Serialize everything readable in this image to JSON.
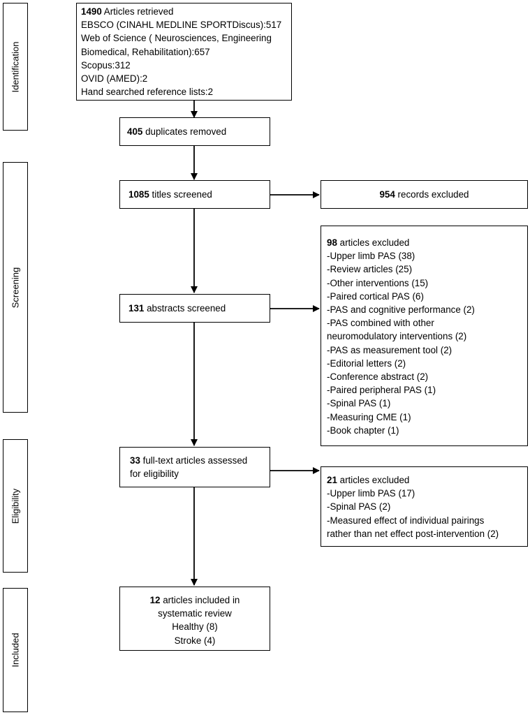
{
  "stages": {
    "identification": "Identification",
    "screening": "Screening",
    "eligibility": "Eligibility",
    "included": "Included"
  },
  "retrieved": {
    "count": "1490",
    "label": " Articles retrieved",
    "lines": [
      "EBSCO (CINAHL MEDLINE SPORTDiscus):517",
      "Web of Science ( Neurosciences, Engineering",
      "Biomedical, Rehabilitation):657",
      "Scopus:312",
      "OVID (AMED):2",
      "Hand searched reference lists:2"
    ]
  },
  "duplicates": {
    "count": "405",
    "label": " duplicates removed"
  },
  "titles": {
    "count": "1085",
    "label": " titles screened"
  },
  "records_excluded": {
    "count": "954",
    "label": " records excluded"
  },
  "abstracts": {
    "count": "131",
    "label": " abstracts screened"
  },
  "abstract_exclusions": {
    "count": "98",
    "label": " articles excluded",
    "lines": [
      "-Upper limb PAS (38)",
      "-Review articles (25)",
      "-Other interventions (15)",
      "-Paired cortical PAS (6)",
      "-PAS and cognitive performance (2)",
      "-PAS combined with other",
      "neuromodulatory interventions (2)",
      "-PAS as measurement tool (2)",
      "-Editorial letters (2)",
      "-Conference abstract (2)",
      "-Paired peripheral PAS (1)",
      "-Spinal PAS (1)",
      "-Measuring CME (1)",
      "-Book chapter (1)"
    ]
  },
  "fulltext": {
    "count": "33",
    "label": " full-text articles assessed",
    "line2": "for eligibility"
  },
  "fulltext_exclusions": {
    "count": "21",
    "label": " articles excluded",
    "lines": [
      "-Upper limb PAS (17)",
      "-Spinal PAS (2)",
      "-Measured effect of individual pairings",
      "rather than net effect post-intervention (2)"
    ]
  },
  "included": {
    "count": "12",
    "label": " articles included in",
    "line2": "systematic review",
    "line3": "Healthy (8)",
    "line4": "Stroke (4)"
  }
}
